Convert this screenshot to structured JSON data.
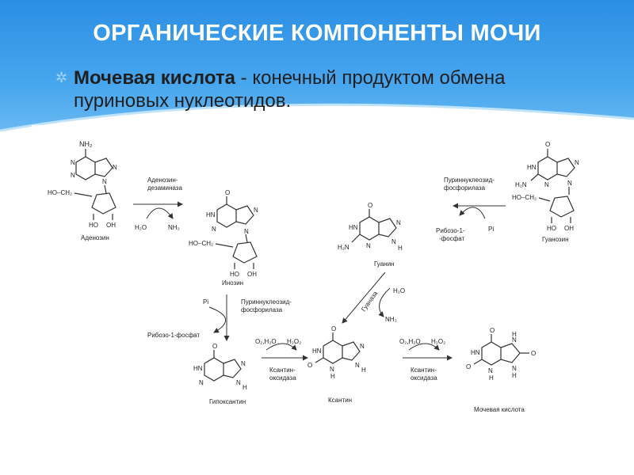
{
  "slide": {
    "title": "ОРГАНИЧЕСКИЕ КОМПОНЕНТЫ МОЧИ",
    "bullet_term": "Мочевая кислота",
    "bullet_rest": " - конечный продуктом обмена пуриновых нуклеотидов."
  },
  "diagram": {
    "compounds": {
      "adenosine": "Аденозин",
      "inosine": "Инозин",
      "hypoxanthine": "Гипоксантин",
      "xanthine": "Ксантин",
      "uric_acid": "Мочевая кислота",
      "guanine": "Гуанин",
      "guanosine": "Гуанозин"
    },
    "enzymes": {
      "adenosine_deaminase_1": "Аденозин-",
      "adenosine_deaminase_2": "дезаминаза",
      "pnp_left_1": "Пуриннуклеозид-",
      "pnp_left_2": "фосфорилаза",
      "pnp_right_1": "Пуриннуклеозид-",
      "pnp_right_2": "фосфорилаза",
      "guanase": "Гуаназа",
      "xo_1_a": "Ксантин-",
      "xo_1_b": "оксидаза",
      "xo_2_a": "Ксантин-",
      "xo_2_b": "оксидаза"
    },
    "reagents": {
      "h2o": "H₂O",
      "nh3": "NH₃",
      "pi": "Pi",
      "ribose1p_left": "Рибозо-1-фосфат",
      "ribose1p_right_1": "Рибозо-1-",
      "ribose1p_right_2": "-фосфат",
      "o2h2o": "O₂,H₂O",
      "h2o2": "H₂O₂"
    },
    "atoms": {
      "N": "N",
      "H": "H",
      "O": "O",
      "HN": "HN",
      "NH": "NH",
      "NH2": "NH₂",
      "H2N": "H₂N",
      "HO": "HO",
      "OH": "OH",
      "HOCH2": "HO–CH₂"
    }
  }
}
